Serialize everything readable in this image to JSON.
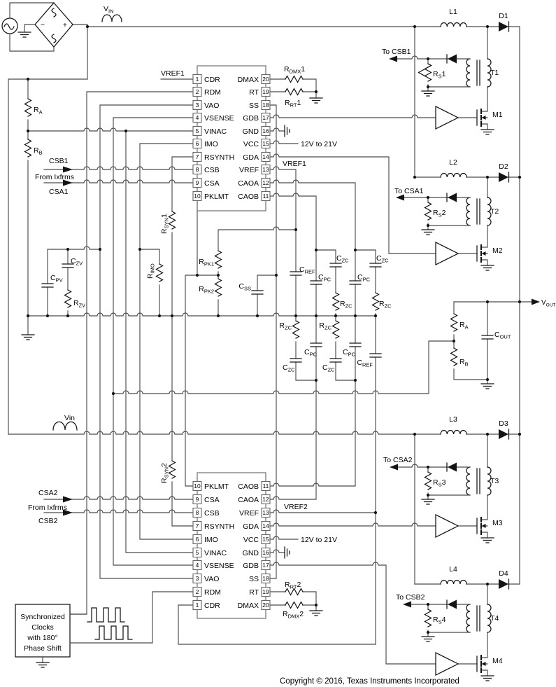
{
  "source": {
    "plus": "+",
    "minus": "−"
  },
  "labels": {
    "vin": {
      "pre": "V",
      "sub": "IN"
    },
    "vin2": "Vin",
    "ra": {
      "pre": "R",
      "sub": "A"
    },
    "rb": {
      "pre": "R",
      "sub": "B"
    },
    "csb1": "CSB1",
    "csa1": "CSA1",
    "csa2": "CSA2",
    "csb2": "CSB2",
    "from_ixfrms": "From Ixfrms",
    "vref1": "VREF1",
    "vref2": "VREF2",
    "cpv": {
      "pre": "C",
      "sub": "PV"
    },
    "czv": {
      "pre": "C",
      "sub": "ZV"
    },
    "rzv": {
      "pre": "R",
      "sub": "ZV"
    },
    "rimo": {
      "pre": "R",
      "sub": "IMO"
    },
    "rsyn1": {
      "pre": "R",
      "sub": "SYN",
      "post": "1"
    },
    "rsyn2": {
      "pre": "R",
      "sub": "SYN",
      "post": "2"
    },
    "rpk1": {
      "pre": "R",
      "sub": "PK1"
    },
    "rpk2": {
      "pre": "R",
      "sub": "PK2"
    },
    "css": {
      "pre": "C",
      "sub": "SS"
    },
    "cref": {
      "pre": "C",
      "sub": "REF"
    },
    "czc": {
      "pre": "C",
      "sub": "ZC"
    },
    "cpc": {
      "pre": "C",
      "sub": "PC"
    },
    "rzc": {
      "pre": "R",
      "sub": "ZC"
    },
    "rdmx1": {
      "pre": "R",
      "sub": "DMX",
      "post": "1"
    },
    "rrt1": {
      "pre": "R",
      "sub": "RT",
      "post": "1"
    },
    "rrt2": {
      "pre": "R",
      "sub": "RT",
      "post": "2"
    },
    "rdmx2": {
      "pre": "R",
      "sub": "DMX",
      "post": "2"
    },
    "vcc_range": "12V to 21V",
    "vout": {
      "pre": "V",
      "sub": "OUT"
    },
    "cout": {
      "pre": "C",
      "sub": "OUT"
    },
    "ra_out": {
      "pre": "R",
      "sub": "A"
    },
    "rb_out": {
      "pre": "R",
      "sub": "B"
    }
  },
  "channels": [
    {
      "inductor": "L1",
      "diode": "D1",
      "xfmr": "T1",
      "fet": "M1",
      "to": "To CSB1",
      "rs": {
        "pre": "R",
        "sub": "S",
        "post": "1"
      }
    },
    {
      "inductor": "L2",
      "diode": "D2",
      "xfmr": "T2",
      "fet": "M2",
      "to": "To CSA1",
      "rs": {
        "pre": "R",
        "sub": "S",
        "post": "2"
      }
    },
    {
      "inductor": "L3",
      "diode": "D3",
      "xfmr": "T3",
      "fet": "M3",
      "to": "To CSA2",
      "rs": {
        "pre": "R",
        "sub": "S",
        "post": "3"
      }
    },
    {
      "inductor": "L4",
      "diode": "D4",
      "xfmr": "T4",
      "fet": "M4",
      "to": "To CSB2",
      "rs": {
        "pre": "R",
        "sub": "S",
        "post": "4"
      }
    }
  ],
  "ics": [
    {
      "left": [
        {
          "num": "1",
          "name": "CDR"
        },
        {
          "num": "2",
          "name": "RDM"
        },
        {
          "num": "3",
          "name": "VAO"
        },
        {
          "num": "4",
          "name": "VSENSE"
        },
        {
          "num": "5",
          "name": "VINAC"
        },
        {
          "num": "6",
          "name": "IMO"
        },
        {
          "num": "7",
          "name": "RSYNTH"
        },
        {
          "num": "8",
          "name": "CSB"
        },
        {
          "num": "9",
          "name": "CSA"
        },
        {
          "num": "10",
          "name": "PKLMT"
        }
      ],
      "right": [
        {
          "num": "20",
          "name": "DMAX"
        },
        {
          "num": "19",
          "name": "RT"
        },
        {
          "num": "18",
          "name": "SS"
        },
        {
          "num": "17",
          "name": "GDB"
        },
        {
          "num": "16",
          "name": "GND"
        },
        {
          "num": "15",
          "name": "VCC"
        },
        {
          "num": "14",
          "name": "GDA"
        },
        {
          "num": "13",
          "name": "VREF"
        },
        {
          "num": "12",
          "name": "CAOA"
        },
        {
          "num": "11",
          "name": "CAOB"
        }
      ]
    },
    {
      "left": [
        {
          "num": "10",
          "name": "PKLMT"
        },
        {
          "num": "9",
          "name": "CSA"
        },
        {
          "num": "8",
          "name": "CSB"
        },
        {
          "num": "7",
          "name": "RSYNTH"
        },
        {
          "num": "6",
          "name": "IMO"
        },
        {
          "num": "5",
          "name": "VINAC"
        },
        {
          "num": "4",
          "name": "VSENSE"
        },
        {
          "num": "3",
          "name": "VAO"
        },
        {
          "num": "2",
          "name": "RDM"
        },
        {
          "num": "1",
          "name": "CDR"
        }
      ],
      "right": [
        {
          "num": "11",
          "name": "CAOB"
        },
        {
          "num": "12",
          "name": "CAOA"
        },
        {
          "num": "13",
          "name": "VREF"
        },
        {
          "num": "14",
          "name": "GDA"
        },
        {
          "num": "15",
          "name": "VCC"
        },
        {
          "num": "16",
          "name": "GND"
        },
        {
          "num": "17",
          "name": "GDB"
        },
        {
          "num": "18",
          "name": "SS"
        },
        {
          "num": "19",
          "name": "RT"
        },
        {
          "num": "20",
          "name": "DMAX"
        }
      ]
    }
  ],
  "clock": {
    "line1": "Synchronized",
    "line2": "Clocks",
    "line3": "with 180°",
    "line4": "Phase Shift"
  },
  "copyright": "Copyright © 2016, Texas Instruments Incorporated"
}
